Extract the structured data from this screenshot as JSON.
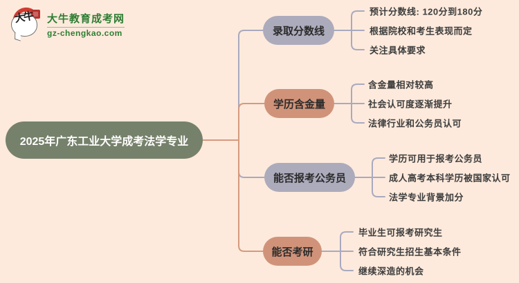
{
  "page": {
    "background": "#fdeadc"
  },
  "logo": {
    "title": "大牛教育成考网",
    "domain": "gz-chengkao.com",
    "bubble_text": "大牛",
    "green": "#2e7d33",
    "red": "#cf3b31"
  },
  "root": {
    "label": "2025年广东工业大学成考法学专业",
    "bg": "#76816b",
    "text_color": "#ffffff"
  },
  "colors": {
    "branch_lavender": "#acabbc",
    "branch_salmon": "#d09379",
    "line_lavender": "#a9a9bf",
    "line_salmon": "#d59a7e",
    "leaf_text": "#3d3d3d"
  },
  "branches": [
    {
      "label": "录取分数线",
      "variant": "lavender",
      "children": [
        "预计分数线: 120分到180分",
        "根据院校和考生表现而定",
        "关注具体要求"
      ]
    },
    {
      "label": "学历含金量",
      "variant": "salmon",
      "children": [
        "含金量相对较高",
        "社会认可度逐渐提升",
        "法律行业和公务员认可"
      ]
    },
    {
      "label": "能否报考公务员",
      "variant": "lavender",
      "children": [
        "学历可用于报考公务员",
        "成人高考本科学历被国家认可",
        "法学专业背景加分"
      ]
    },
    {
      "label": "能否考研",
      "variant": "salmon",
      "children": [
        "毕业生可报考研究生",
        "符合研究生招生基本条件",
        "继续深造的机会"
      ]
    }
  ]
}
